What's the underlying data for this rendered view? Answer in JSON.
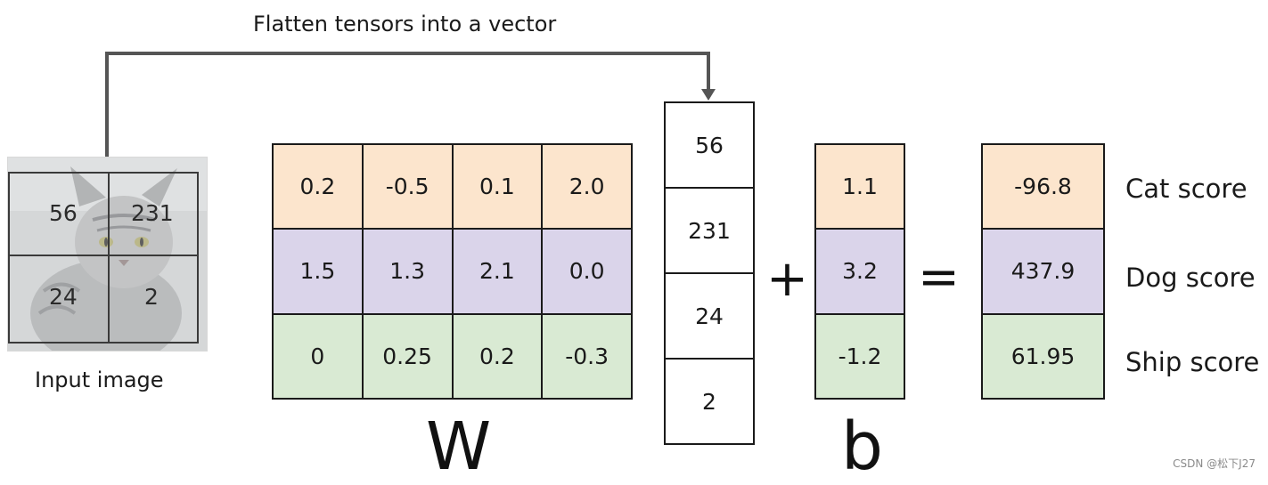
{
  "flatten_label": "Flatten tensors into a vector",
  "input_image": {
    "label": "Input image",
    "pixels": [
      "56",
      "231",
      "24",
      "2"
    ]
  },
  "W": {
    "symbol": "W",
    "rows": [
      [
        "0.2",
        "-0.5",
        "0.1",
        "2.0"
      ],
      [
        "1.5",
        "1.3",
        "2.1",
        "0.0"
      ],
      [
        "0",
        "0.25",
        "0.2",
        "-0.3"
      ]
    ]
  },
  "x": {
    "values": [
      "56",
      "231",
      "24",
      "2"
    ]
  },
  "operators": {
    "plus": "+",
    "equals": "="
  },
  "b": {
    "symbol": "b",
    "values": [
      "1.1",
      "3.2",
      "-1.2"
    ]
  },
  "scores": {
    "values": [
      "-96.8",
      "437.9",
      "61.95"
    ],
    "labels": [
      "Cat score",
      "Dog score",
      "Ship score"
    ]
  },
  "row_colors": {
    "cat": "#fce5cd",
    "dog": "#dad4ea",
    "ship": "#d9ead3"
  },
  "watermark": "CSDN @松下J27"
}
